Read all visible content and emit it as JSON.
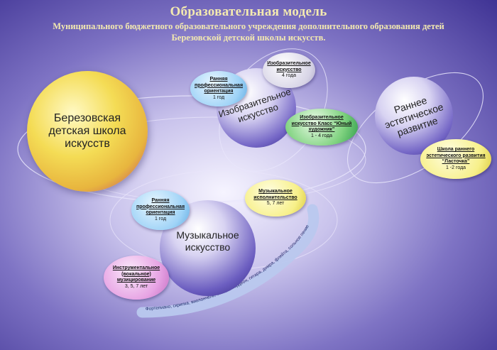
{
  "title": "Образовательная модель",
  "subtitle_line1": "Муниципального бюджетного образовательного учреждения дополнительного образования детей",
  "subtitle_line2": "Березовской детской школы искусств.",
  "colors": {
    "background": "#6a5fb8",
    "title_text": "#f3e9b0",
    "school_planet": "#f2d64a",
    "planet": "#4b3f9c",
    "bubble_blue": "#9fd3f7",
    "bubble_yellow": "#f7f08a",
    "bubble_green": "#6cc86f",
    "bubble_pink": "#e7a4e4",
    "bubble_grey": "#d7d4e6"
  },
  "school": {
    "label": "Березовская детская школа искусств"
  },
  "art": {
    "label": "Изобразительное искусство",
    "top_bubble": {
      "title": "Изобразительное искусство",
      "years": "4 года"
    },
    "prof_bubble": {
      "title": "Ранняя профессиональная ориентация",
      "years": "1 год"
    },
    "class_bubble": {
      "title": "Изобразительное искусство Класс “Юный художник”",
      "years": "1 - 4 года"
    }
  },
  "aesthetic": {
    "label": "Раннее эстетическое развитие",
    "bubble": {
      "title": "Школа раннего эстетического развития “Ласточка”",
      "years": "1 -2 года"
    }
  },
  "music": {
    "label": "Музыкальное искусство",
    "prof_bubble": {
      "title": "Ранняя профессиональная ориентация",
      "years": "1 год"
    },
    "perform_bubble": {
      "title": "Музыкальное исполнительство",
      "years": "5, 7 лет"
    },
    "instr_bubble": {
      "title": "Инструментальное (вокальное) музицирование",
      "years": "3, 5, 7 лет"
    },
    "instruments_arc": "Фортепиано, скрипка, виолончель, баян, аккордеон, гитара, домра, флейта, сольное пение"
  }
}
